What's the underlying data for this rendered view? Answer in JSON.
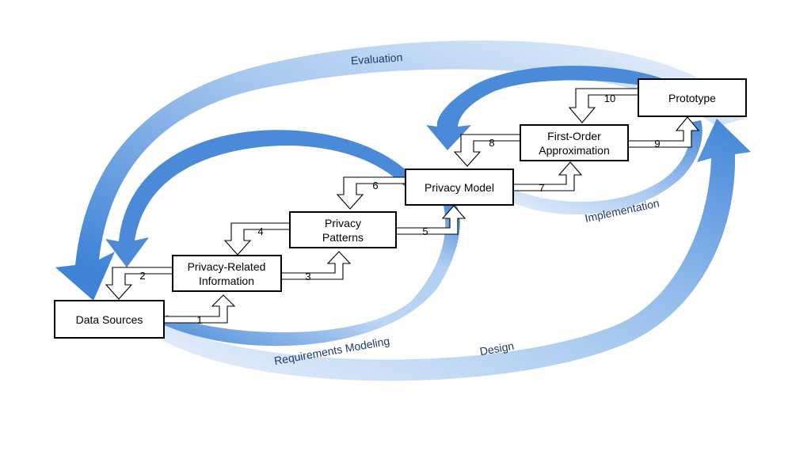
{
  "phases": {
    "evaluation": "Evaluation",
    "implementation": "Implementation",
    "requirements_modeling": "Requirements Modeling",
    "design": "Design"
  },
  "nodes": {
    "data_sources": [
      "Data Sources"
    ],
    "privacy_related_information": [
      "Privacy-Related",
      "Information"
    ],
    "privacy_patterns": [
      "Privacy",
      "Patterns"
    ],
    "privacy_model": [
      "Privacy Model"
    ],
    "first_order_approximation": [
      "First-Order",
      "Approximation"
    ],
    "prototype": [
      "Prototype"
    ]
  },
  "steps": [
    "1",
    "2",
    "3",
    "4",
    "5",
    "6",
    "7",
    "8",
    "9",
    "10"
  ],
  "colors": {
    "arrow_dark": "#4a8ad8",
    "arrow_light": "#d6e6f8",
    "box_border": "#000000"
  }
}
